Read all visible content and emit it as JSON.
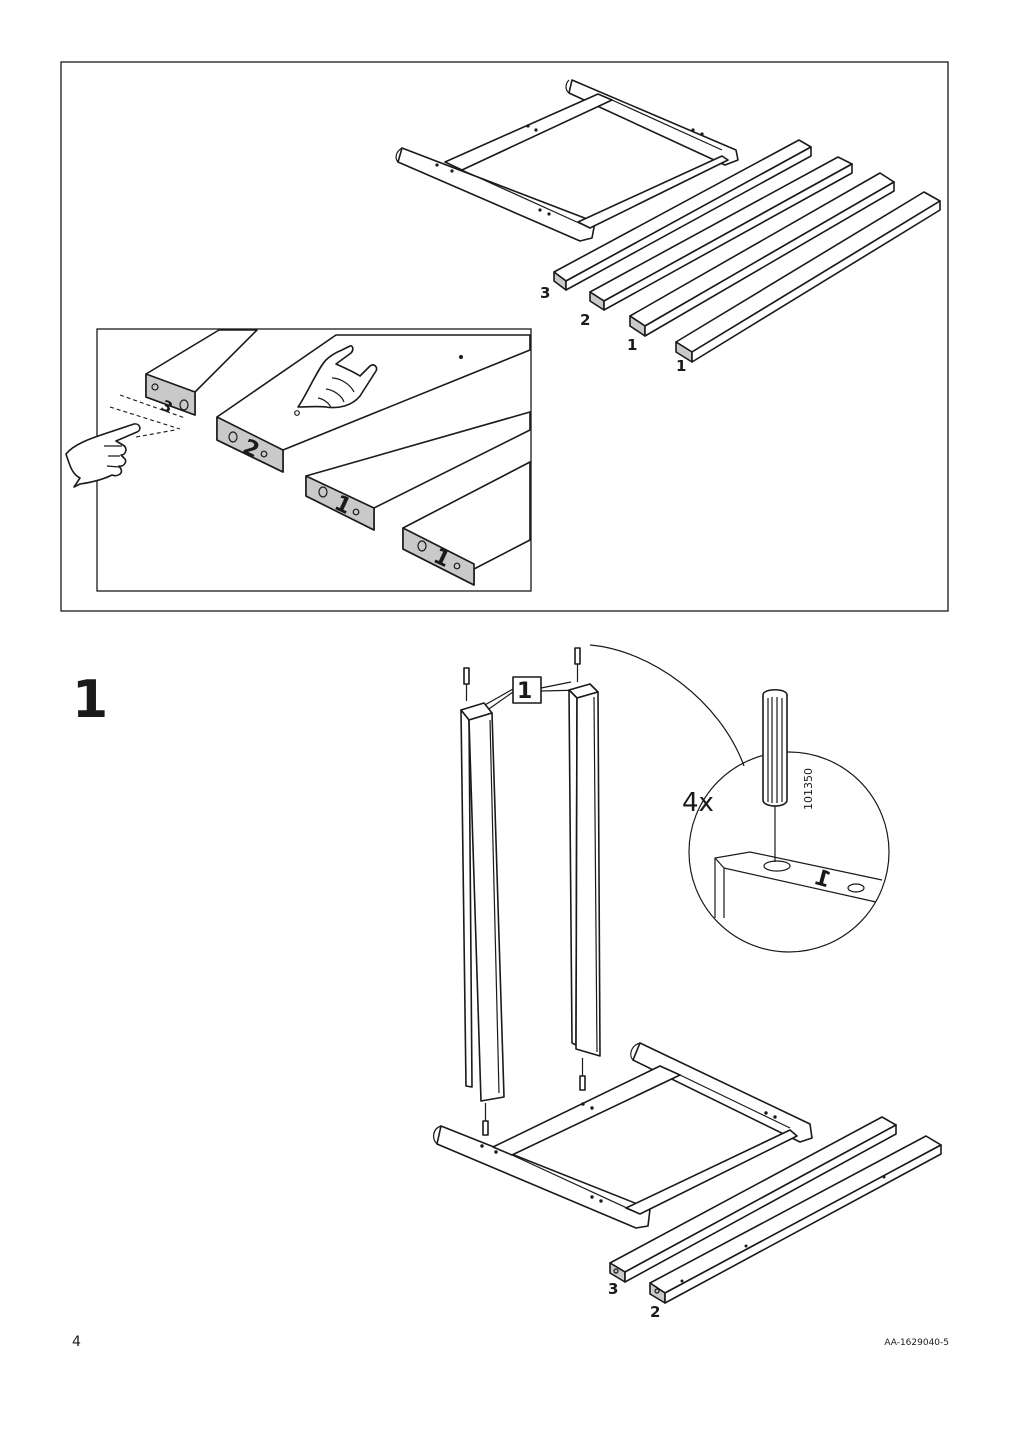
{
  "overview": {
    "part_labels": [
      "3",
      "2",
      "1",
      "1"
    ]
  },
  "detail": {
    "board_numbers": [
      "3",
      "2",
      "1",
      "1"
    ]
  },
  "step": {
    "number": "1",
    "dowel_callout": "1",
    "quantity": "4x",
    "dowel_part_number": "101350",
    "detail_board_number": "1",
    "side_labels": [
      "3",
      "2"
    ]
  },
  "footer": {
    "page_number": "4",
    "document_code": "AA-1629040-5"
  },
  "icons": [
    "pointing-hand-icon",
    "touching-hand-icon",
    "wooden-dowel-icon"
  ]
}
